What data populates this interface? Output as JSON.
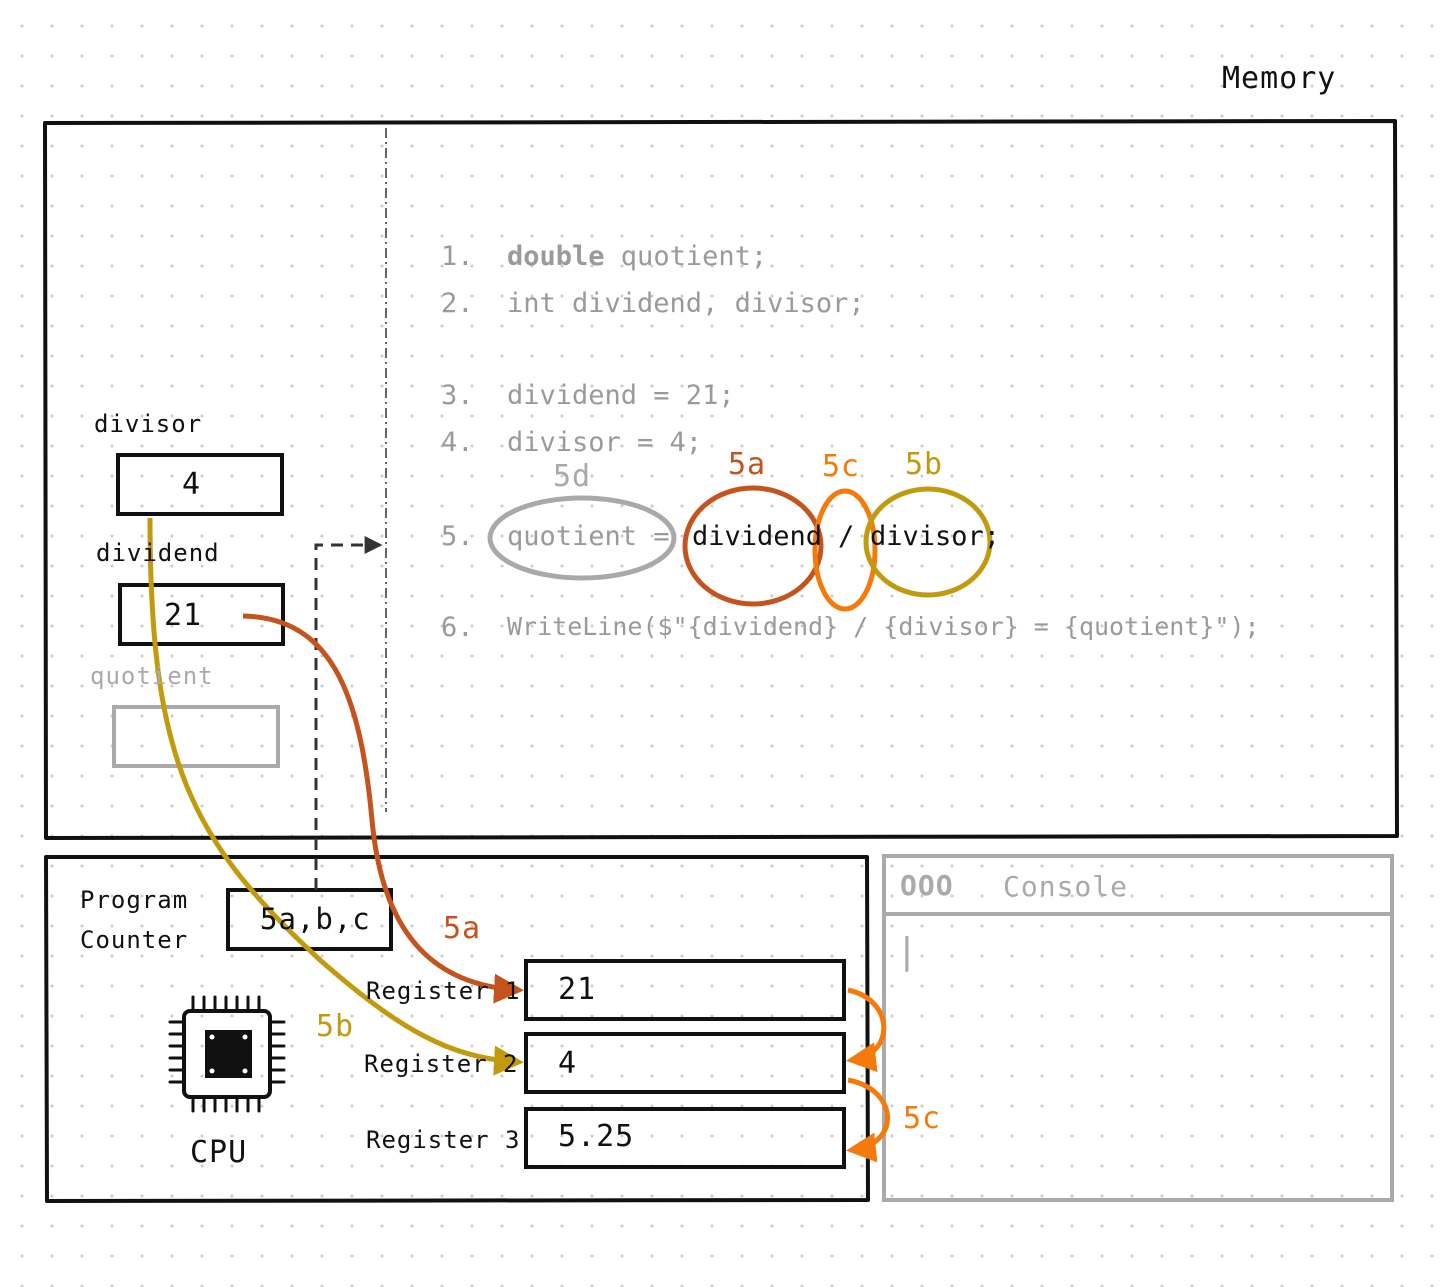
{
  "memory": {
    "title": "Memory",
    "variables": [
      {
        "name": "divisor",
        "value": "4"
      },
      {
        "name": "dividend",
        "value": "21"
      },
      {
        "name": "quotient",
        "value": ""
      }
    ]
  },
  "code": {
    "lines": [
      {
        "num": "1.",
        "text": "double quotient;",
        "keyword": "double"
      },
      {
        "num": "2.",
        "text": "int dividend, divisor;"
      },
      {
        "num": "3.",
        "text": "dividend = 21;"
      },
      {
        "num": "4.",
        "text": "divisor = 4;"
      },
      {
        "num": "5.",
        "text_faded": "quotient =",
        "text_active_1": "dividend",
        "text_active_2": "/",
        "text_active_3": "divisor;"
      },
      {
        "num": "6.",
        "text": "WriteLine($\"{dividend} / {divisor} = {quotient}\");"
      }
    ],
    "annotations": {
      "a": "5a",
      "b": "5b",
      "c": "5c",
      "d": "5d"
    }
  },
  "cpu": {
    "label": "CPU",
    "program_counter": {
      "label_line1": "Program",
      "label_line2": "Counter",
      "value": "5a,b,c"
    },
    "registers": [
      {
        "label": "Register 1",
        "value": "21"
      },
      {
        "label": "Register 2",
        "value": "4"
      },
      {
        "label": "Register 3",
        "value": "5.25"
      }
    ],
    "arrow_labels": {
      "a": "5a",
      "b": "5b",
      "c": "5c"
    }
  },
  "console": {
    "title": "Console",
    "dots": "OOO",
    "cursor": "|"
  },
  "colors": {
    "step_5a": "#c4541e",
    "step_5b": "#c29a0e",
    "step_5c": "#f57a0c",
    "faded": "#9a9a9a",
    "ink": "#111111"
  }
}
